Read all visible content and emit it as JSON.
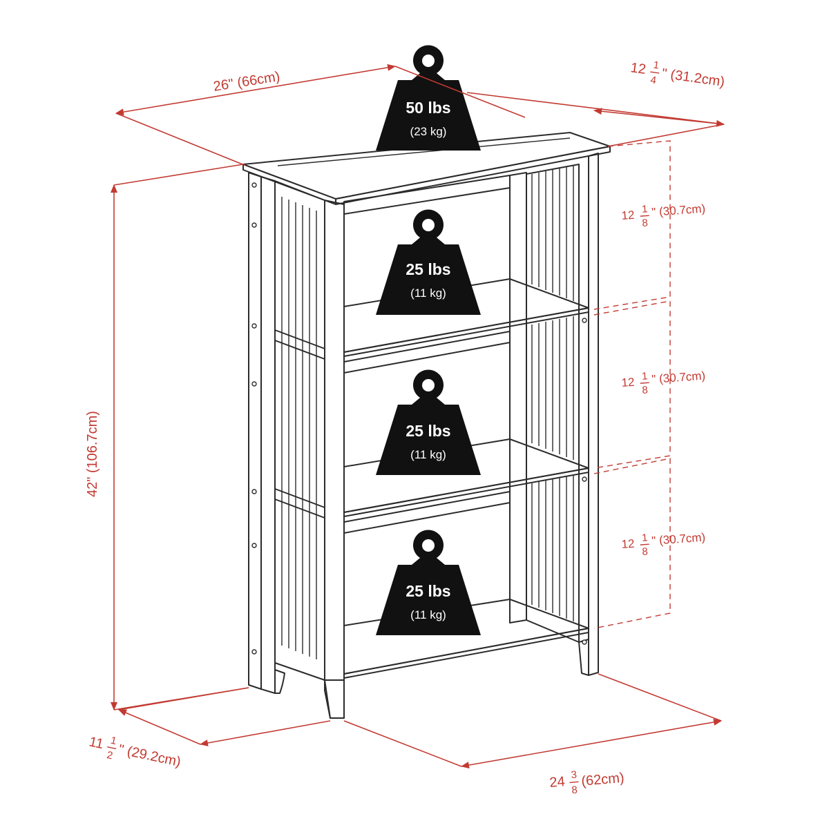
{
  "colors": {
    "dimension": "#c23a32",
    "outline": "#2b2b2b",
    "weight_badge": "#111111"
  },
  "dimensions": {
    "width_top": "26\" (66cm)",
    "depth_top": {
      "whole": "12",
      "num": "1",
      "den": "4",
      "unit": "\" (31.2cm)"
    },
    "height": "42\" (106.7cm)",
    "shelf_gap_1": {
      "whole": "12",
      "num": "1",
      "den": "8",
      "unit": "\" (30.7cm)"
    },
    "shelf_gap_2": {
      "whole": "12",
      "num": "1",
      "den": "8",
      "unit": "\" (30.7cm)"
    },
    "shelf_gap_3": {
      "whole": "12",
      "num": "1",
      "den": "8",
      "unit": "\" (30.7cm)"
    },
    "depth_bottom": {
      "whole": "11",
      "num": "1",
      "den": "2",
      "unit": "\" (29.2cm)"
    },
    "width_bottom": {
      "whole": "24",
      "num": "3",
      "den": "8",
      "unit": " (62cm)"
    }
  },
  "weights": [
    {
      "lbs": "50 lbs",
      "kg": "(23 kg)",
      "icon": "weight-icon"
    },
    {
      "lbs": "25 lbs",
      "kg": "(11 kg)",
      "icon": "weight-icon"
    },
    {
      "lbs": "25 lbs",
      "kg": "(11 kg)",
      "icon": "weight-icon"
    },
    {
      "lbs": "25 lbs",
      "kg": "(11 kg)",
      "icon": "weight-icon"
    }
  ]
}
